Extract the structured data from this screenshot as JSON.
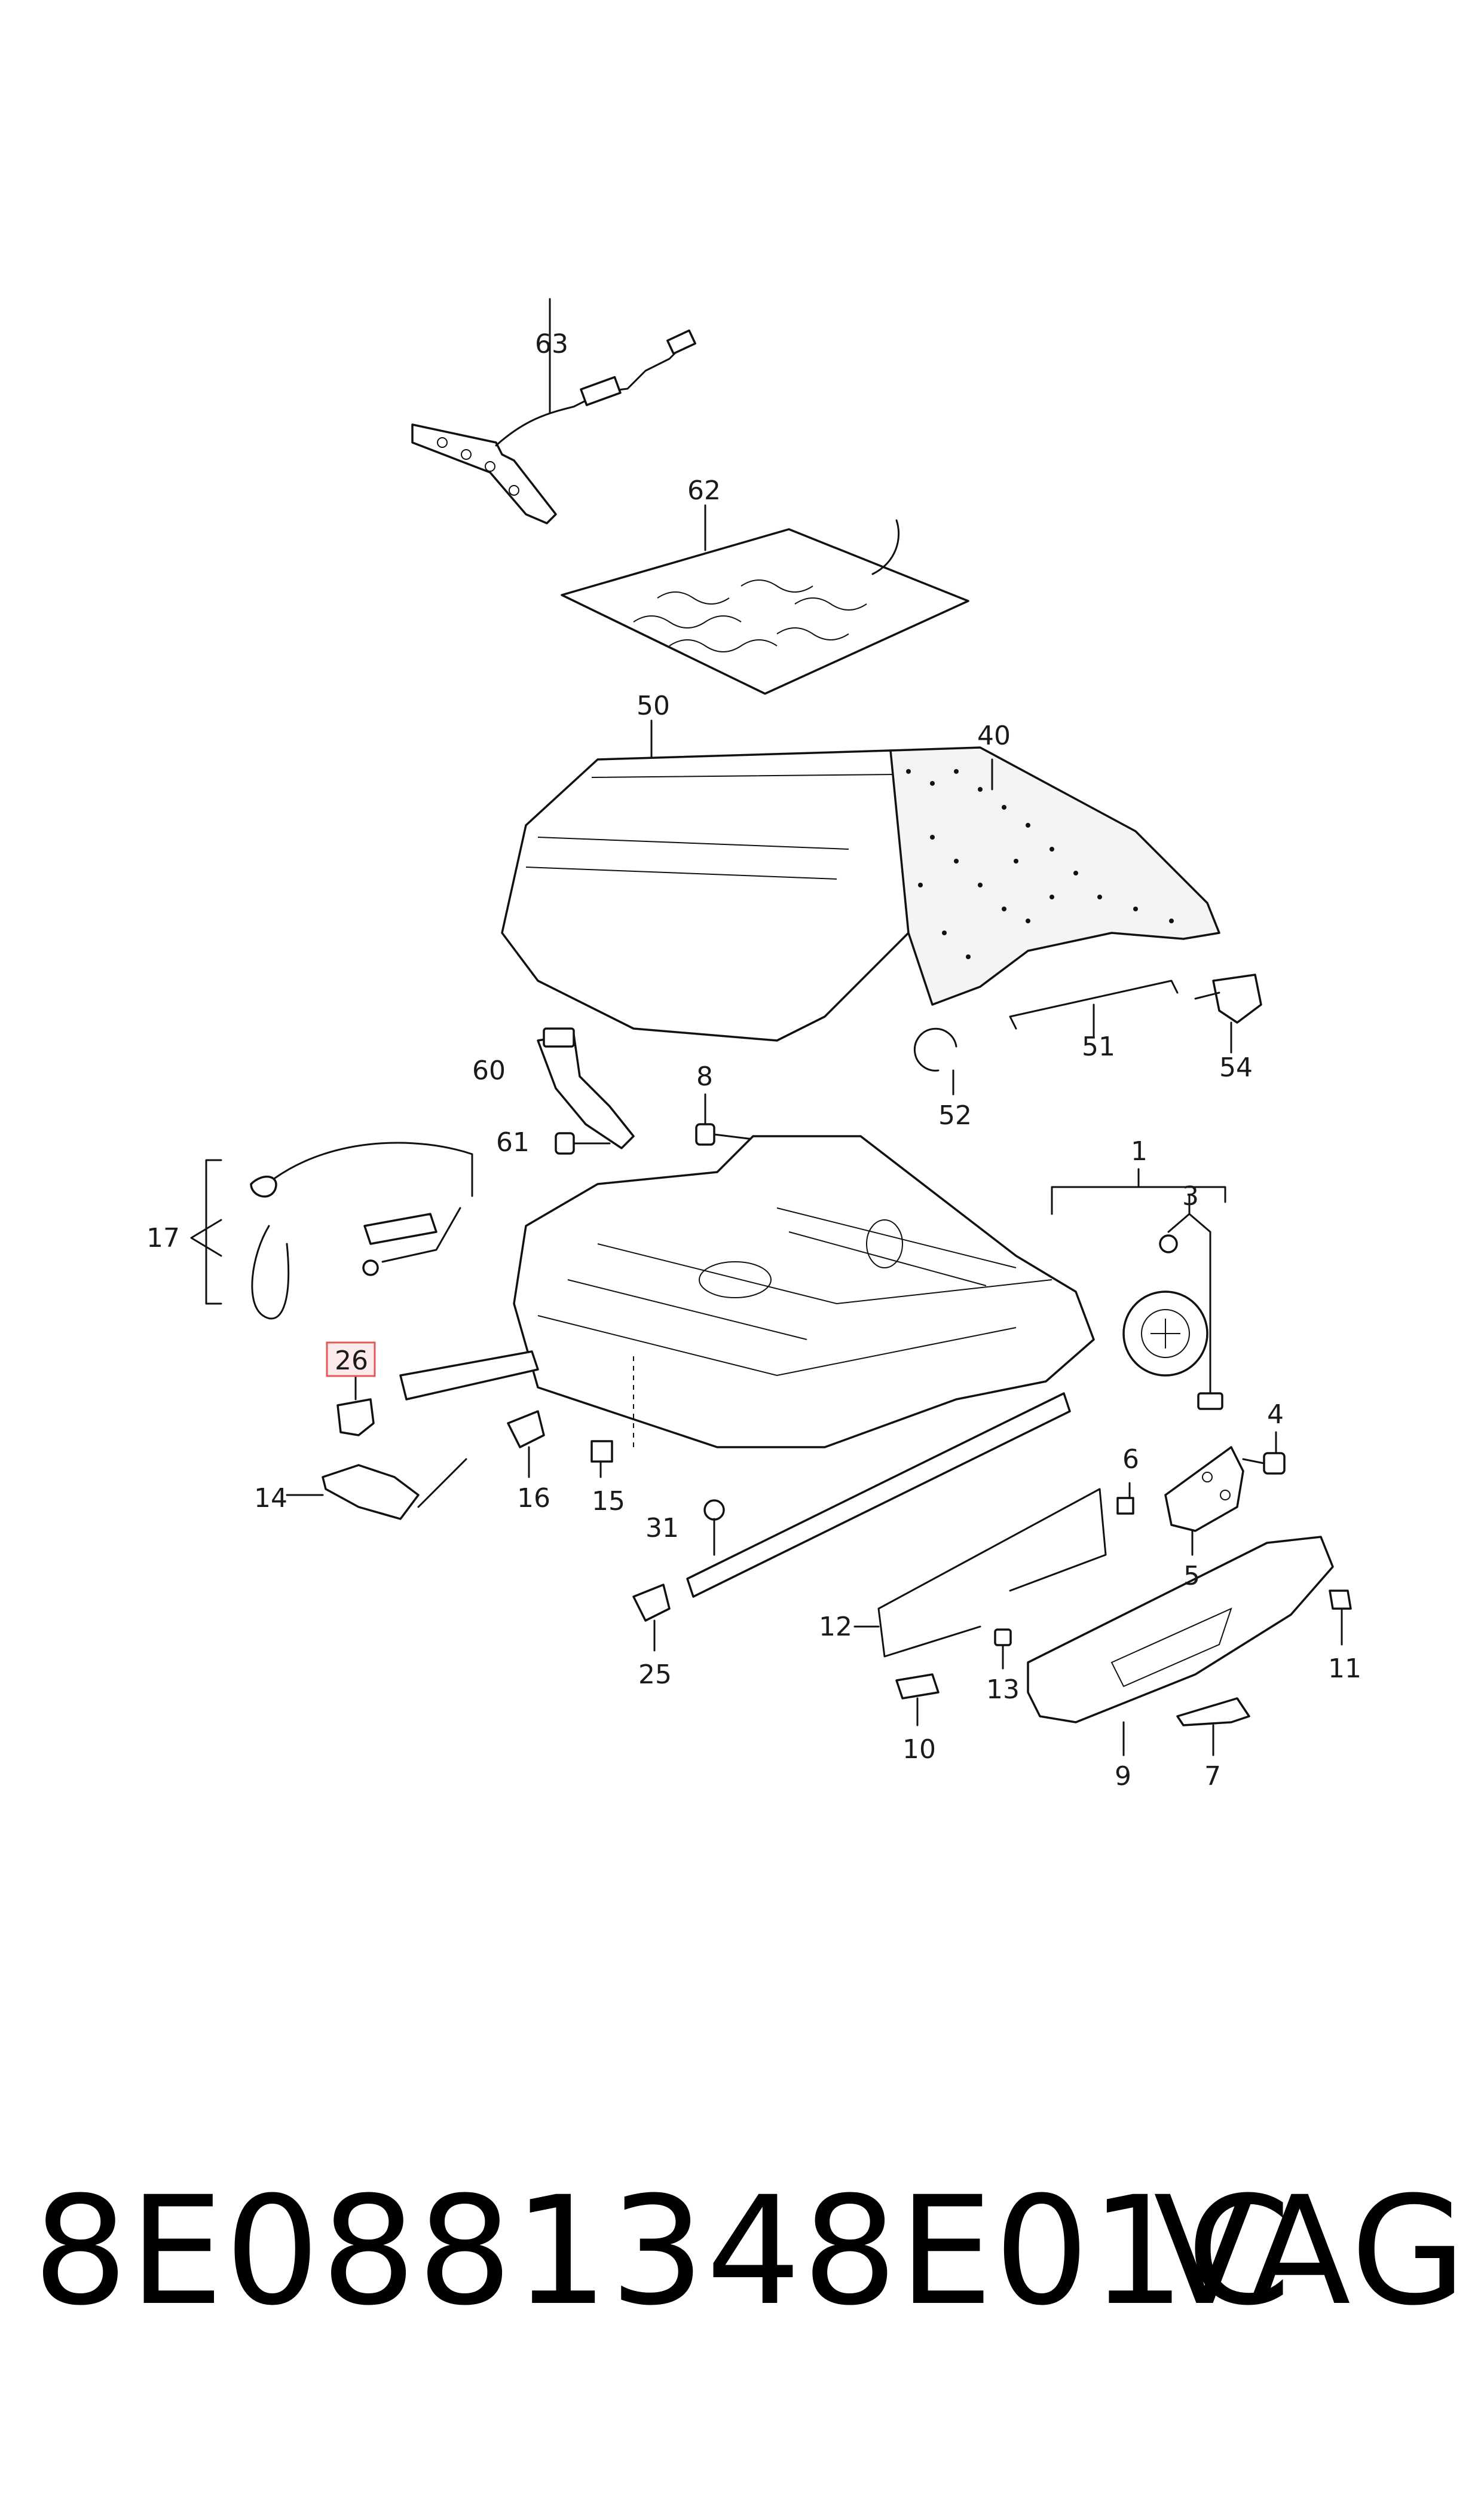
{
  "diagram": {
    "callouts": {
      "c63": "63",
      "c62": "62",
      "c50": "50",
      "c40": "40",
      "c51": "51",
      "c52": "52",
      "c54": "54",
      "c60": "60",
      "c61": "61",
      "c8": "8",
      "c1": "1",
      "c3": "3",
      "c4": "4",
      "c17": "17",
      "c26": "26",
      "c14": "14",
      "c16": "16",
      "c15": "15",
      "c6": "6",
      "c5": "5",
      "c31": "31",
      "c25": "25",
      "c12": "12",
      "c13": "13",
      "c11": "11",
      "c10": "10",
      "c9": "9",
      "c7": "7"
    },
    "highlighted_callout": "26",
    "highlight_color": "#e05a5a"
  },
  "footer": {
    "part_number": "8E0881348E01C",
    "brand": "VAG"
  }
}
